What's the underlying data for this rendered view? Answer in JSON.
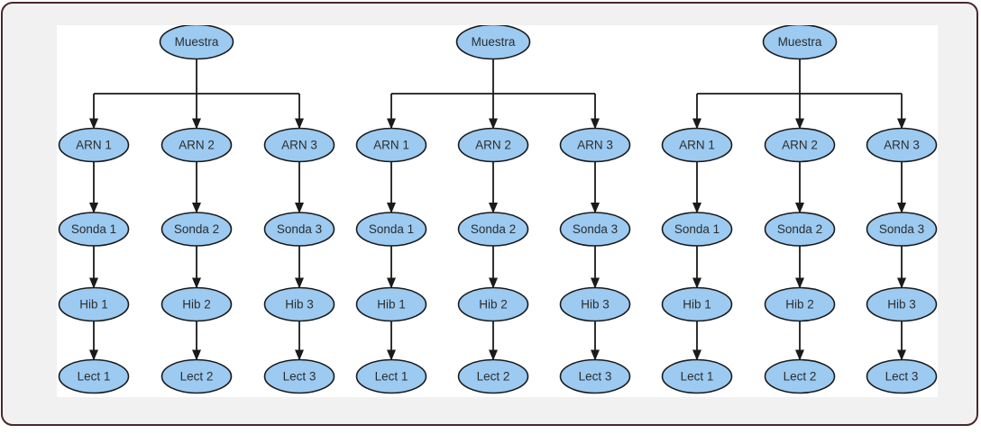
{
  "colors": {
    "node_fill": "#9CCAF1",
    "node_border": "#1a1a1a",
    "node_text": "#2d2d2d",
    "edge": "#1a1a1a",
    "frame_border": "#4b262c",
    "frame_bg": "#f2f1f1",
    "panel_bg": "#ffffff"
  },
  "diagram": {
    "description": "Three identical process trees, each rooted at a sample node",
    "trees": [
      {
        "root": "Muestra",
        "branches": [
          {
            "nodes": [
              "ARN 1",
              "Sonda 1",
              "Hib 1",
              "Lect 1"
            ]
          },
          {
            "nodes": [
              "ARN 2",
              "Sonda 2",
              "Hib 2",
              "Lect 2"
            ]
          },
          {
            "nodes": [
              "ARN 3",
              "Sonda 3",
              "Hib 3",
              "Lect 3"
            ]
          }
        ]
      },
      {
        "root": "Muestra",
        "branches": [
          {
            "nodes": [
              "ARN 1",
              "Sonda 1",
              "Hib 1",
              "Lect 1"
            ]
          },
          {
            "nodes": [
              "ARN 2",
              "Sonda 2",
              "Hib 2",
              "Lect 2"
            ]
          },
          {
            "nodes": [
              "ARN 3",
              "Sonda 3",
              "Hib 3",
              "Lect 3"
            ]
          }
        ]
      },
      {
        "root": "Muestra",
        "branches": [
          {
            "nodes": [
              "ARN 1",
              "Sonda 1",
              "Hib 1",
              "Lect 1"
            ]
          },
          {
            "nodes": [
              "ARN 2",
              "Sonda 2",
              "Hib 2",
              "Lect 2"
            ]
          },
          {
            "nodes": [
              "ARN 3",
              "Sonda 3",
              "Hib 3",
              "Lect 3"
            ]
          }
        ]
      }
    ]
  }
}
